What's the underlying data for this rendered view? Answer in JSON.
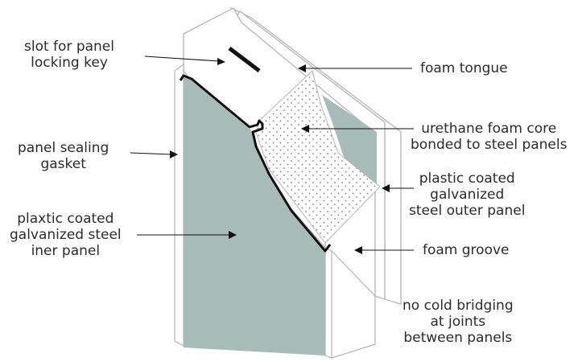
{
  "labels": {
    "slot": [
      "slot for panel",
      "locking key"
    ],
    "foam_tongue": [
      "foam tongue"
    ],
    "gasket": [
      "panel sealing",
      "gasket"
    ],
    "foam_core": [
      "urethane foam core",
      "bonded to steel panels"
    ],
    "inner_panel": [
      "plaxtic coated",
      "galvanized steel",
      "iner panel"
    ],
    "outer_panel": [
      "plastic coated",
      "galvanized",
      "steel outer panel"
    ],
    "foam_groove": [
      "foam groove"
    ],
    "no_cold_bridging": [
      "no cold bridging",
      "at joints",
      "between panels"
    ]
  },
  "colors": {
    "panel_fill": "#a8bcb7",
    "foam_fill": "#ffffff",
    "foam_dot": "#7e7e7e",
    "outline": "#b5b5b5",
    "edge": "#111111",
    "text": "#2b2b2b"
  }
}
